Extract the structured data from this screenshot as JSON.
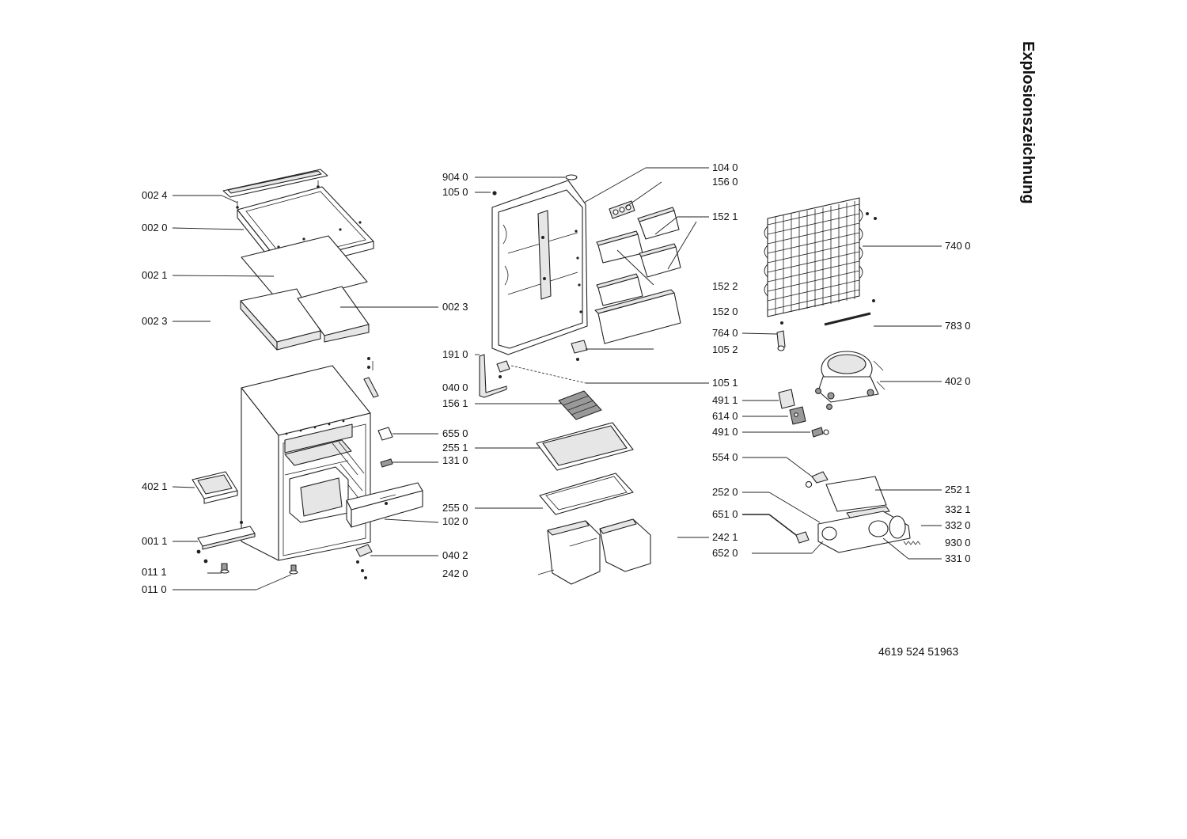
{
  "title": "Explosionszeichnung",
  "document_number": "4619 524 51963",
  "labels": {
    "l_0024": "002 4",
    "l_0020": "002 0",
    "l_0021": "002 1",
    "l_0023a": "002 3",
    "l_0023b": "002 3",
    "l_9040": "904 0",
    "l_1050": "105 0",
    "l_1910": "191 0",
    "l_0400": "040 0",
    "l_1561a": "156 1",
    "l_6550": "655 0",
    "l_2551": "255 1",
    "l_1310": "131 0",
    "l_4021": "402 1",
    "l_2550": "255 0",
    "l_1020": "102 0",
    "l_0011": "001 1",
    "l_0402": "040 2",
    "l_0111": "011 1",
    "l_2420": "242 0",
    "l_0110": "011 0",
    "l_1040": "104 0",
    "l_1560": "156 0",
    "l_1521": "152 1",
    "l_1522": "152 2",
    "l_1520": "152 0",
    "l_7640": "764 0",
    "l_1052": "105 2",
    "l_1051": "105 1",
    "l_4911": "491 1",
    "l_6140": "614 0",
    "l_4910": "491 0",
    "l_5540": "554 0",
    "l_2520": "252 0",
    "l_6510": "651 0",
    "l_2421": "242 1",
    "l_6520": "652 0",
    "l_7400": "740 0",
    "l_7830": "783 0",
    "l_4020": "402 0",
    "l_2521": "252 1",
    "l_3321": "332 1",
    "l_3320": "332 0",
    "l_9300": "930 0",
    "l_3310": "331 0"
  }
}
